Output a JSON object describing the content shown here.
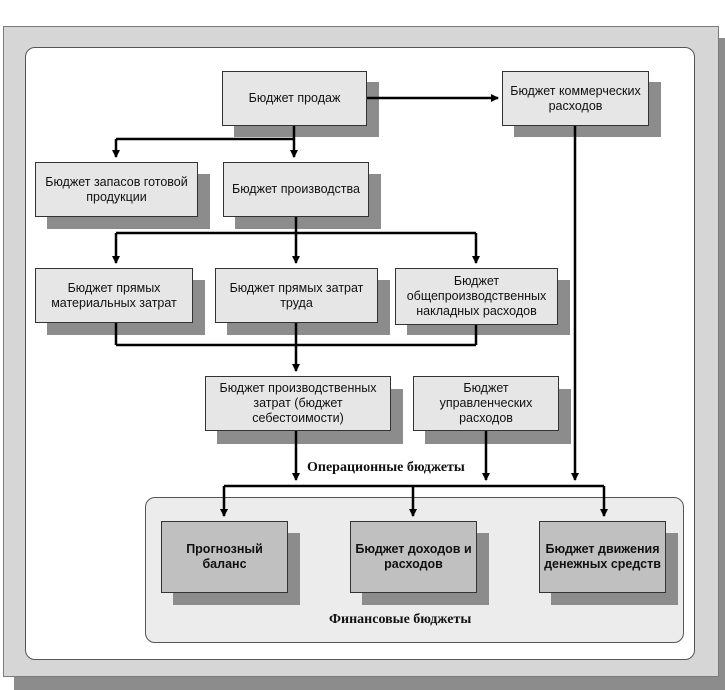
{
  "boxes": {
    "sales": "Бюджет продаж",
    "commercial": "Бюджет коммерческих расходов",
    "inventory": "Бюджет запасов готовой продукции",
    "production": "Бюджет производства",
    "materials": "Бюджет прямых материальных затрат",
    "labor": "Бюджет прямых затрат труда",
    "overhead": "Бюджет общепроизводственных накладных расходов",
    "cost": "Бюджет производственных затрат (бюджет себестоимости)",
    "admin": "Бюджет управленческих расходов",
    "balance": "Прогнозный баланс",
    "income": "Бюджет доходов и расходов",
    "cashflow": "Бюджет движения денежных средств"
  },
  "labels": {
    "operational": "Операционные бюджеты",
    "financial": "Финансовые бюджеты"
  },
  "colors": {
    "box_fill": "#e6e6e6",
    "financial_box_fill": "#c0c0c0",
    "shadow": "#8c8c8c",
    "frame": "#d6d6d6"
  }
}
